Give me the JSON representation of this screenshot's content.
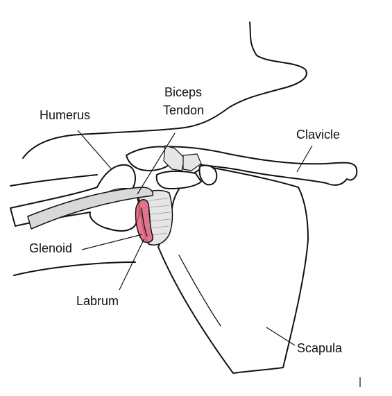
{
  "labels": {
    "humerus": "Humerus",
    "biceps_line1": "Biceps",
    "biceps_line2": "Tendon",
    "clavicle": "Clavicle",
    "glenoid": "Glenoid",
    "labrum": "Labrum",
    "scapula": "Scapula"
  },
  "colors": {
    "line": "#111111",
    "cartilage": "#e6e6e6",
    "tendon": "#d9d9d9",
    "labrum": "#e0607a"
  }
}
